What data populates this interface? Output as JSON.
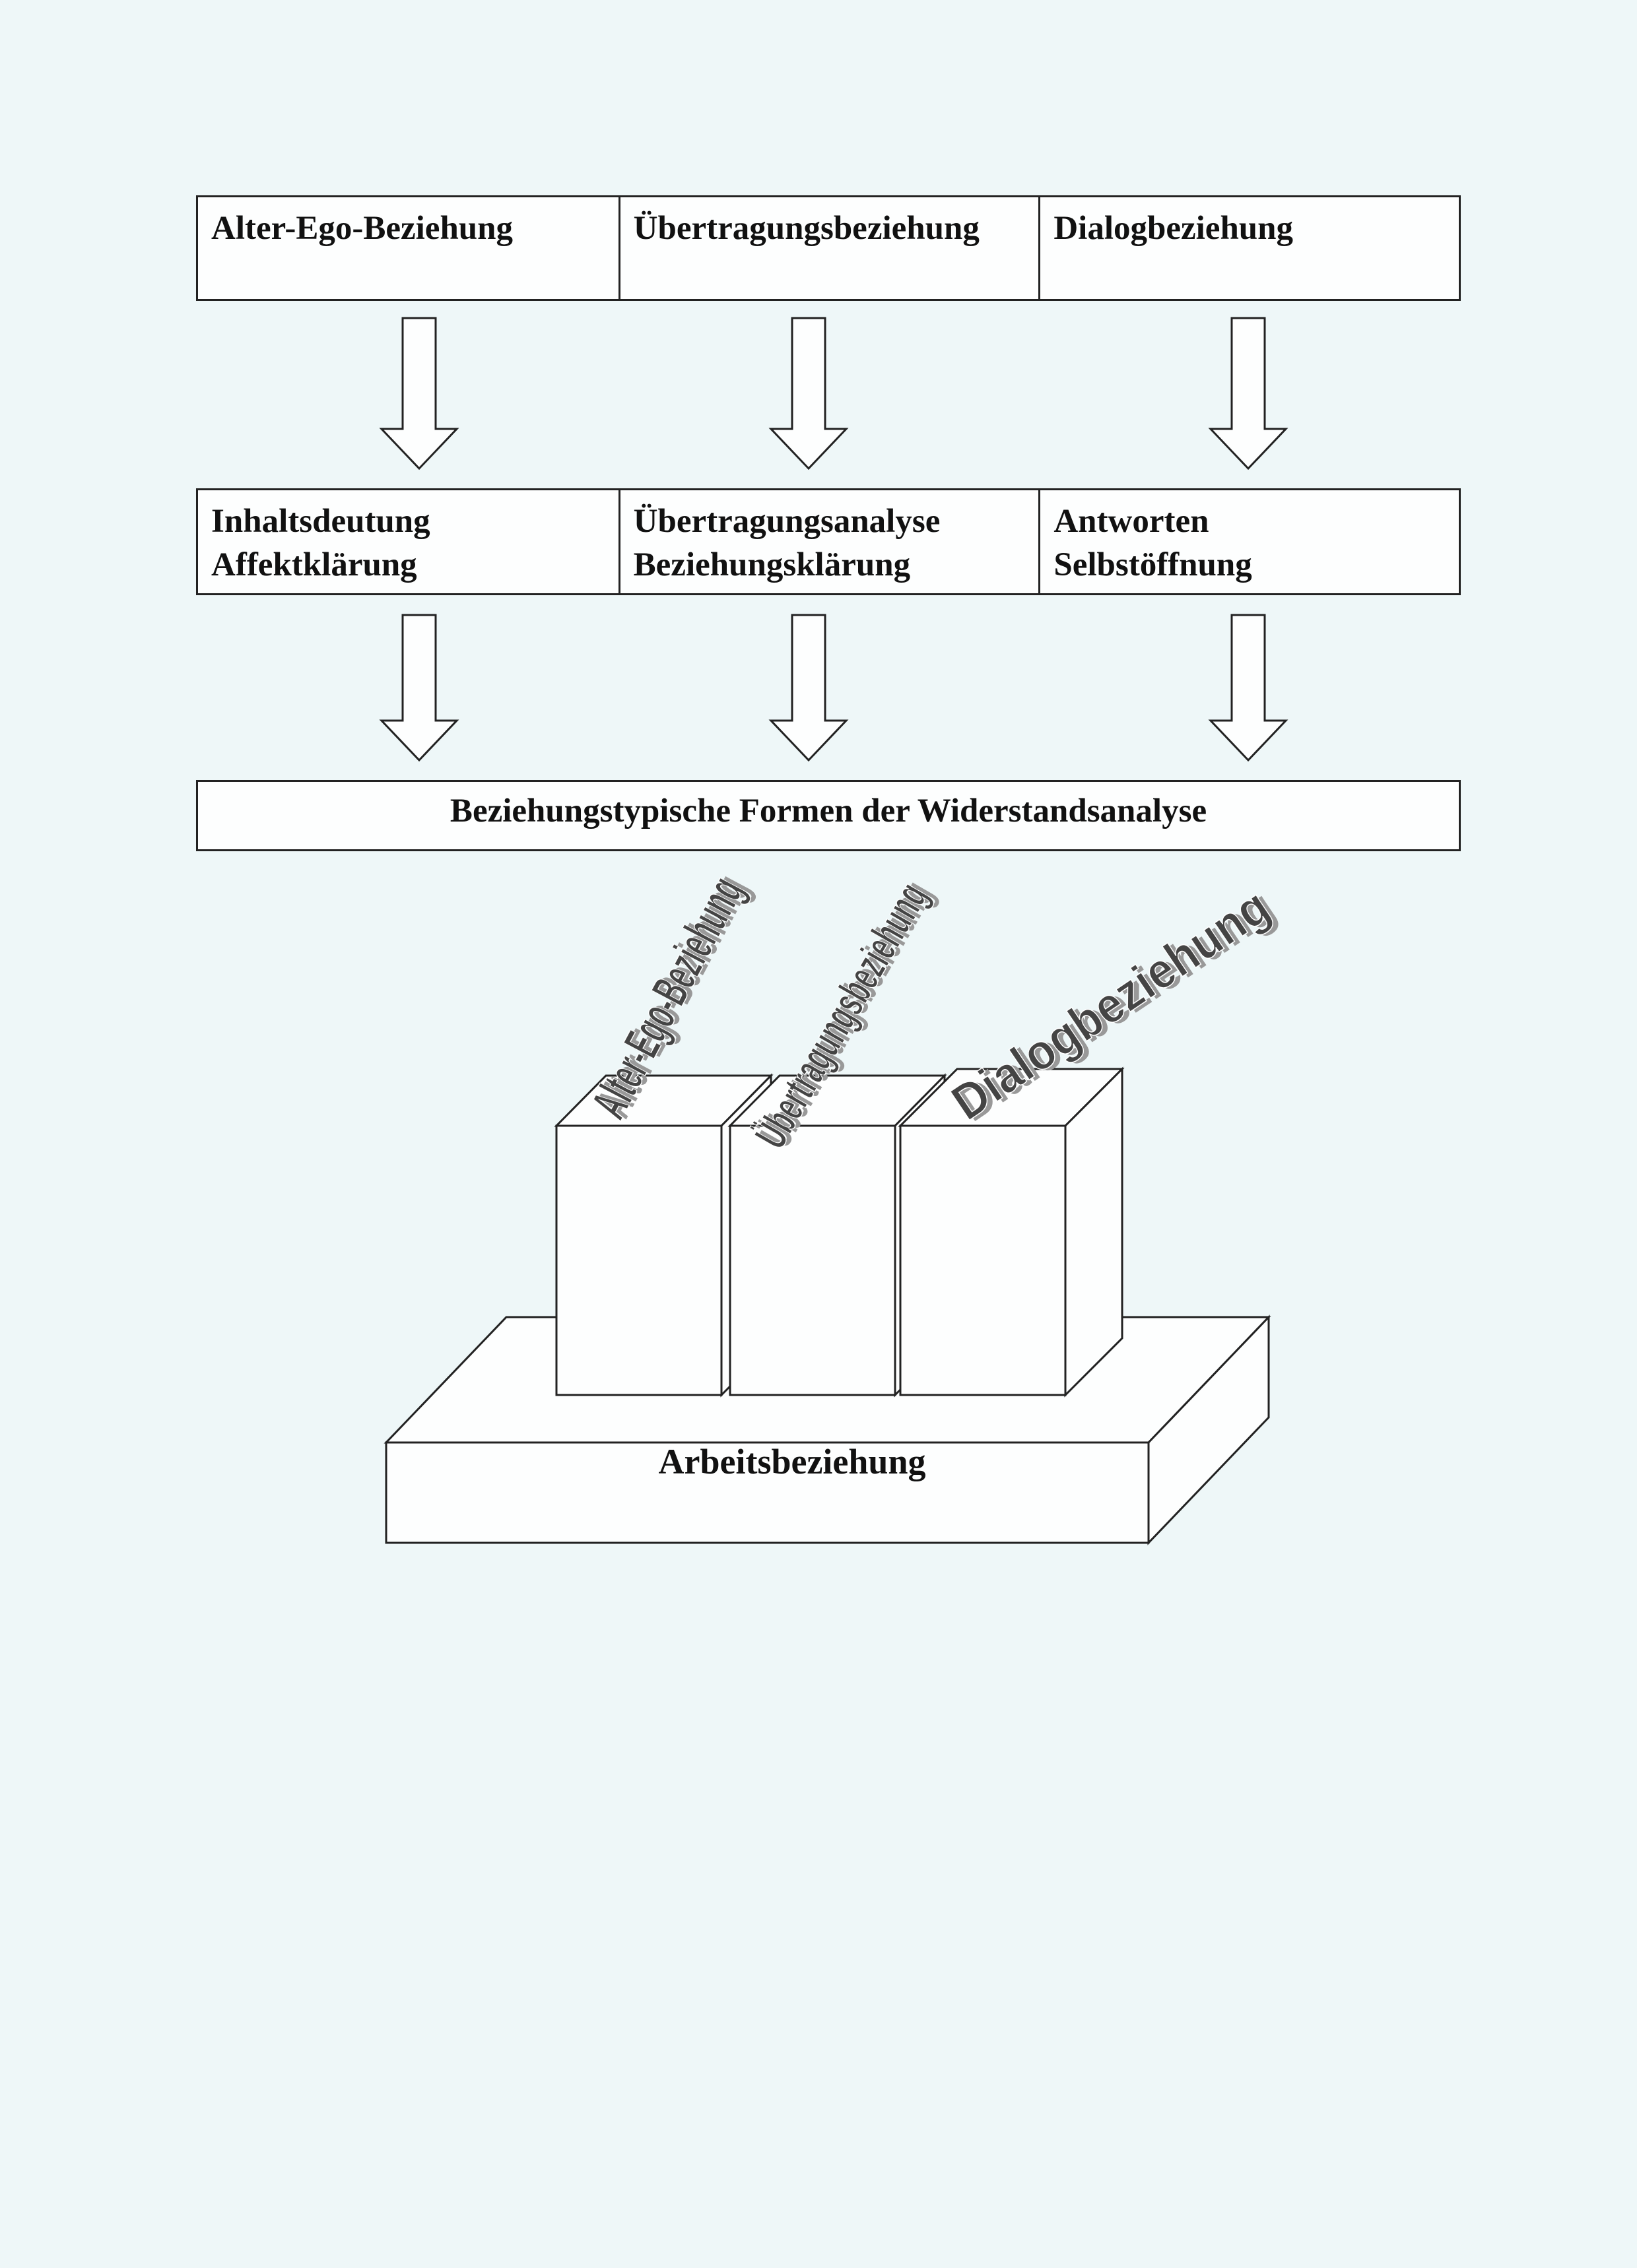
{
  "top_row": [
    {
      "lines": [
        "Alter-Ego-Beziehung"
      ]
    },
    {
      "lines": [
        "Übertragungsbeziehung"
      ]
    },
    {
      "lines": [
        "Dialogbeziehung"
      ]
    }
  ],
  "middle_row": [
    {
      "lines": [
        "Inhaltsdeutung",
        "Affektklärung"
      ]
    },
    {
      "lines": [
        "Übertragungsanalyse",
        "Beziehungsklärung"
      ]
    },
    {
      "lines": [
        "Antworten",
        "Selbstöffnung"
      ]
    }
  ],
  "bottom_bar": "Beziehungstypische Formen der Widerstandsanalyse",
  "blocks": {
    "labels": [
      "Alter-Ego-Beziehung",
      "Übertragungsbeziehung",
      "Dialogbeziehung"
    ],
    "base_label": "Arbeitsbeziehung"
  }
}
